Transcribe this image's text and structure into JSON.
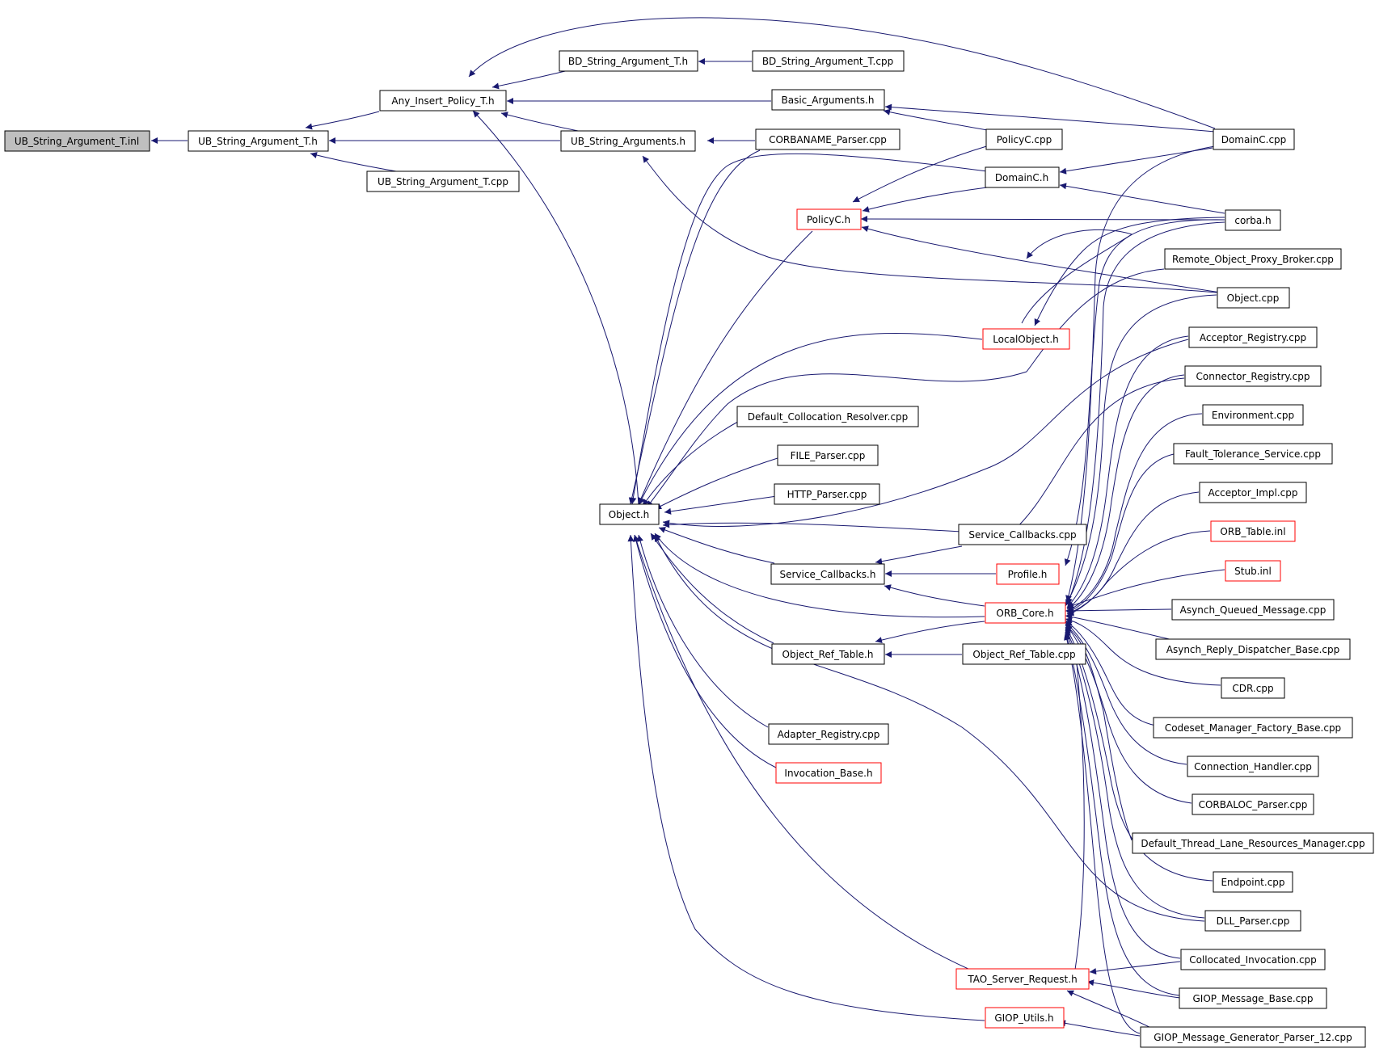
{
  "colors": {
    "edge": "#191970",
    "arrowhead": "#191970",
    "node_border": "#000000",
    "node_border_incomplete": "#ff0000",
    "root_fill": "#bfbfbf",
    "node_fill": "#ffffff"
  },
  "nodes": [
    {
      "id": "ub_inl",
      "label": "UB_String_Argument_T.inl",
      "highlight": true
    },
    {
      "id": "ub_h",
      "label": "UB_String_Argument_T.h"
    },
    {
      "id": "any_insert",
      "label": "Any_Insert_Policy_T.h"
    },
    {
      "id": "ub_cpp",
      "label": "UB_String_Argument_T.cpp"
    },
    {
      "id": "bd_h",
      "label": "BD_String_Argument_T.h"
    },
    {
      "id": "bd_cpp",
      "label": "BD_String_Argument_T.cpp"
    },
    {
      "id": "basic_args",
      "label": "Basic_Arguments.h"
    },
    {
      "id": "ub_args",
      "label": "UB_String_Arguments.h"
    },
    {
      "id": "corbaname",
      "label": "CORBANAME_Parser.cpp"
    },
    {
      "id": "policyc_cpp",
      "label": "PolicyC.cpp"
    },
    {
      "id": "domainc_cpp",
      "label": "DomainC.cpp"
    },
    {
      "id": "domainc_h",
      "label": "DomainC.h"
    },
    {
      "id": "policyc_h",
      "label": "PolicyC.h",
      "incomplete": true
    },
    {
      "id": "corba_h",
      "label": "corba.h"
    },
    {
      "id": "remote_proxy",
      "label": "Remote_Object_Proxy_Broker.cpp"
    },
    {
      "id": "object_cpp",
      "label": "Object.cpp"
    },
    {
      "id": "localobject",
      "label": "LocalObject.h",
      "incomplete": true
    },
    {
      "id": "acceptor_reg",
      "label": "Acceptor_Registry.cpp"
    },
    {
      "id": "connector_reg",
      "label": "Connector_Registry.cpp"
    },
    {
      "id": "default_coll",
      "label": "Default_Collocation_Resolver.cpp"
    },
    {
      "id": "environment",
      "label": "Environment.cpp"
    },
    {
      "id": "file_parser",
      "label": "FILE_Parser.cpp"
    },
    {
      "id": "fault_tol",
      "label": "Fault_Tolerance_Service.cpp"
    },
    {
      "id": "http_parser",
      "label": "HTTP_Parser.cpp"
    },
    {
      "id": "acceptor_impl",
      "label": "Acceptor_Impl.cpp"
    },
    {
      "id": "object_h",
      "label": "Object.h"
    },
    {
      "id": "orb_table",
      "label": "ORB_Table.inl",
      "incomplete": true
    },
    {
      "id": "service_cb_cpp",
      "label": "Service_Callbacks.cpp"
    },
    {
      "id": "stub_inl",
      "label": "Stub.inl",
      "incomplete": true
    },
    {
      "id": "service_cb_h",
      "label": "Service_Callbacks.h"
    },
    {
      "id": "profile_h",
      "label": "Profile.h",
      "incomplete": true
    },
    {
      "id": "asynch_queued",
      "label": "Asynch_Queued_Message.cpp"
    },
    {
      "id": "orb_core",
      "label": "ORB_Core.h",
      "incomplete": true
    },
    {
      "id": "asynch_reply",
      "label": "Asynch_Reply_Dispatcher_Base.cpp"
    },
    {
      "id": "objref_h",
      "label": "Object_Ref_Table.h"
    },
    {
      "id": "objref_cpp",
      "label": "Object_Ref_Table.cpp"
    },
    {
      "id": "cdr",
      "label": "CDR.cpp"
    },
    {
      "id": "codeset",
      "label": "Codeset_Manager_Factory_Base.cpp"
    },
    {
      "id": "adapter_reg",
      "label": "Adapter_Registry.cpp"
    },
    {
      "id": "conn_handler",
      "label": "Connection_Handler.cpp"
    },
    {
      "id": "invocation_base",
      "label": "Invocation_Base.h",
      "incomplete": true
    },
    {
      "id": "corbaloc",
      "label": "CORBALOC_Parser.cpp"
    },
    {
      "id": "default_thread",
      "label": "Default_Thread_Lane_Resources_Manager.cpp"
    },
    {
      "id": "endpoint",
      "label": "Endpoint.cpp"
    },
    {
      "id": "dll_parser",
      "label": "DLL_Parser.cpp"
    },
    {
      "id": "collocated_inv",
      "label": "Collocated_Invocation.cpp"
    },
    {
      "id": "tao_server_req",
      "label": "TAO_Server_Request.h",
      "incomplete": true
    },
    {
      "id": "giop_msg_base",
      "label": "GIOP_Message_Base.cpp"
    },
    {
      "id": "giop_utils",
      "label": "GIOP_Utils.h",
      "incomplete": true
    },
    {
      "id": "giop_gen",
      "label": "GIOP_Message_Generator_Parser_12.cpp"
    }
  ]
}
